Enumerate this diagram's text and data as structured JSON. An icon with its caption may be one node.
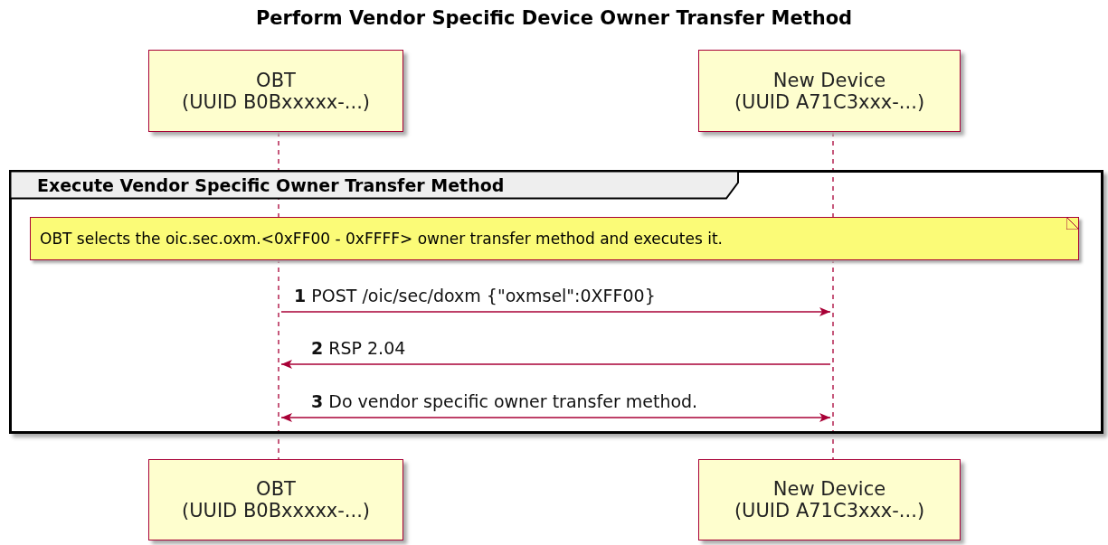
{
  "diagram": {
    "title": "Perform Vendor Specific Device Owner Transfer Method",
    "nodes": [
      {
        "text": [
          "OBT",
          "(UUID B0Bxxxxx-...)"
        ]
      },
      {
        "text": [
          "New Device",
          "(UUID A71C3xxx-...)"
        ]
      },
      {
        "text": [],
        "shape": "line"
      },
      {
        "text": [],
        "shape": "line"
      },
      {
        "text": [
          "Execute Vendor Specific Owner Transfer Method"
        ]
      },
      {
        "text": [
          "OBT selects the oic.sec.oxm.<0xFF00 - 0xFFFF> owner transfer method and executes it."
        ],
        "in": 4
      },
      {
        "text": [
          "OBT",
          "(UUID B0Bxxxxx-...)"
        ]
      },
      {
        "text": [
          "New Device",
          "(UUID A71C3xxx-...)"
        ]
      }
    ],
    "edges": [
      {
        "from": 2,
        "to": 3,
        "arrow": "to",
        "label": "**1** POST /oic/sec/doxm {\"oxmsel\":0XFF00}"
      },
      {
        "from": 3,
        "to": 2,
        "arrow": "to",
        "label": "**2** RSP 2.04"
      },
      {
        "from": 2,
        "to": 3,
        "arrow": "both",
        "label": "**3** Do vendor specific owner transfer method."
      }
    ]
  }
}
